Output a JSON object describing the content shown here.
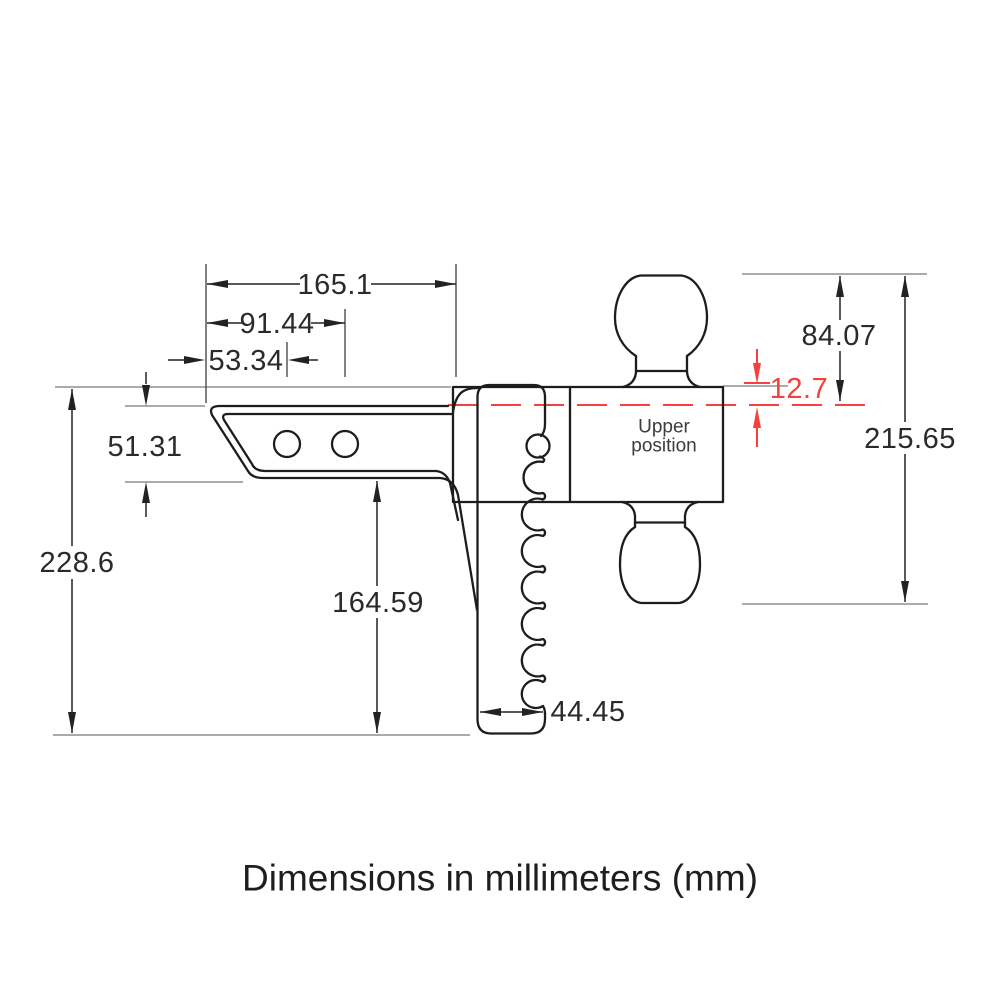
{
  "caption": "Dimensions in millimeters (mm)",
  "labels": {
    "upper_position_1": "Upper",
    "upper_position_2": "position"
  },
  "dims": {
    "arm_length": "165.1",
    "hole_far": "91.44",
    "hole_near": "53.34",
    "arm_height": "51.31",
    "overall_height": "228.6",
    "drop_length": "164.59",
    "shank_width": "44.45",
    "ball_top_to_ref": "84.07",
    "ref_offset": "12.7",
    "ball_span": "215.65"
  },
  "colors": {
    "line": "#1d1d1d",
    "extension_line": "#8f8f8f",
    "highlight_red": "#f7403d",
    "text": "#2a2a2a",
    "background": "#ffffff"
  }
}
